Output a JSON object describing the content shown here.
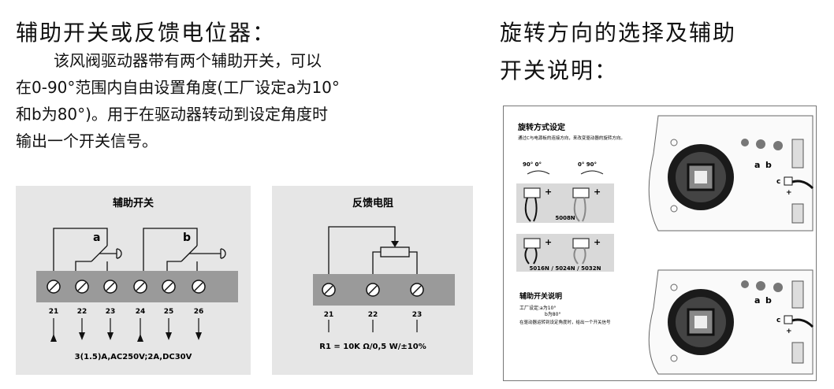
{
  "left": {
    "title": "辅助开关或反馈电位器：",
    "paragraph": [
      "该风阀驱动器带有两个辅助开关，可以",
      "在0-90°范围内自由设置角度(工厂设定a为10°",
      "和b为80°)。用于在驱动器转动到设定角度时",
      "输出一个开关信号。"
    ]
  },
  "right": {
    "title_line1": "旋转方向的选择及辅助",
    "title_line2": "开关说明："
  },
  "aux_panel": {
    "title": "辅助开关",
    "switch_a": "a",
    "switch_b": "b",
    "terminals": [
      "21",
      "22",
      "23",
      "24",
      "25",
      "26"
    ],
    "rating": "3(1.5)A,AC250V;2A,DC30V"
  },
  "fb_panel": {
    "title": "反馈电阻",
    "terminals": [
      "21",
      "22",
      "23"
    ],
    "spec": "R1 = 10K Ω/0,5 W/±10%"
  },
  "photo": {
    "rot_title": "旋转方式设定",
    "rot_sub": "通过C与电源板的连接方向，来改变驱动器的旋转方向。",
    "angle_left": "90°   0°",
    "angle_right": "0°   90°",
    "model1": "5008N",
    "model2": "5016N / 5024N / 5032N",
    "aux_title": "辅助开关说明",
    "factory": "工厂设定:a为10°",
    "factory_b": "b为80°",
    "aux_desc": "在驱动器运转到设定角度时，给出一个开关信号",
    "plus": "+",
    "label_c": "c",
    "label_a": "a",
    "label_b": "b"
  }
}
